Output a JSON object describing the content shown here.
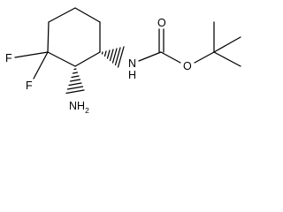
{
  "molecule": {
    "atoms": {
      "fluorine_1": "F",
      "fluorine_2": "F",
      "amine": {
        "symbol": "NH",
        "subscript": "2"
      },
      "carbamate_nitrogen": {
        "symbol": "N",
        "hydrogen": "H"
      },
      "carbonyl_oxygen": "O",
      "ester_oxygen": "O"
    },
    "colors": {
      "bond": "#000000",
      "label": "#000000",
      "background": "#ffffff"
    }
  }
}
